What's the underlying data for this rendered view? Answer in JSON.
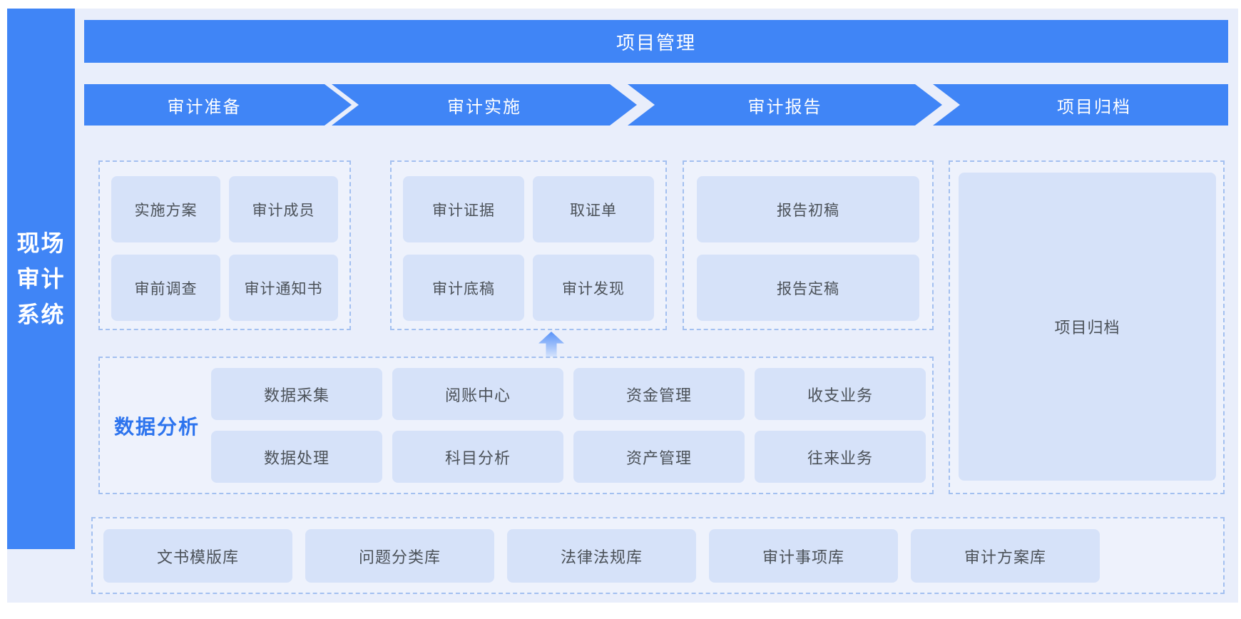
{
  "colors": {
    "primary_blue": "#4085f6",
    "card_blue": "#d6e2f9",
    "panel_bg": "#e9eefb",
    "accent_label": "#2d74ee"
  },
  "sidebar": {
    "title_lines": [
      "现场",
      "审计",
      "系统"
    ]
  },
  "header": {
    "title": "项目管理"
  },
  "phases": [
    {
      "label": "审计准备"
    },
    {
      "label": "审计实施"
    },
    {
      "label": "审计报告"
    },
    {
      "label": "项目归档"
    }
  ],
  "sections": {
    "preparation": {
      "items": [
        "实施方案",
        "审计成员",
        "审前调查",
        "审计通知书"
      ]
    },
    "implementation": {
      "items": [
        "审计证据",
        "取证单",
        "审计底稿",
        "审计发现"
      ]
    },
    "report": {
      "items": [
        "报告初稿",
        "报告定稿"
      ]
    },
    "archive": {
      "label": "项目归档"
    }
  },
  "data_analysis": {
    "label": "数据分析",
    "items": [
      "数据采集",
      "阅账中心",
      "资金管理",
      "收支业务",
      "数据处理",
      "科目分析",
      "资产管理",
      "往来业务"
    ]
  },
  "libraries": {
    "items": [
      "文书模版库",
      "问题分类库",
      "法律法规库",
      "审计事项库",
      "审计方案库"
    ]
  },
  "icons": {
    "flow_up_arrow": "arrow-up"
  }
}
